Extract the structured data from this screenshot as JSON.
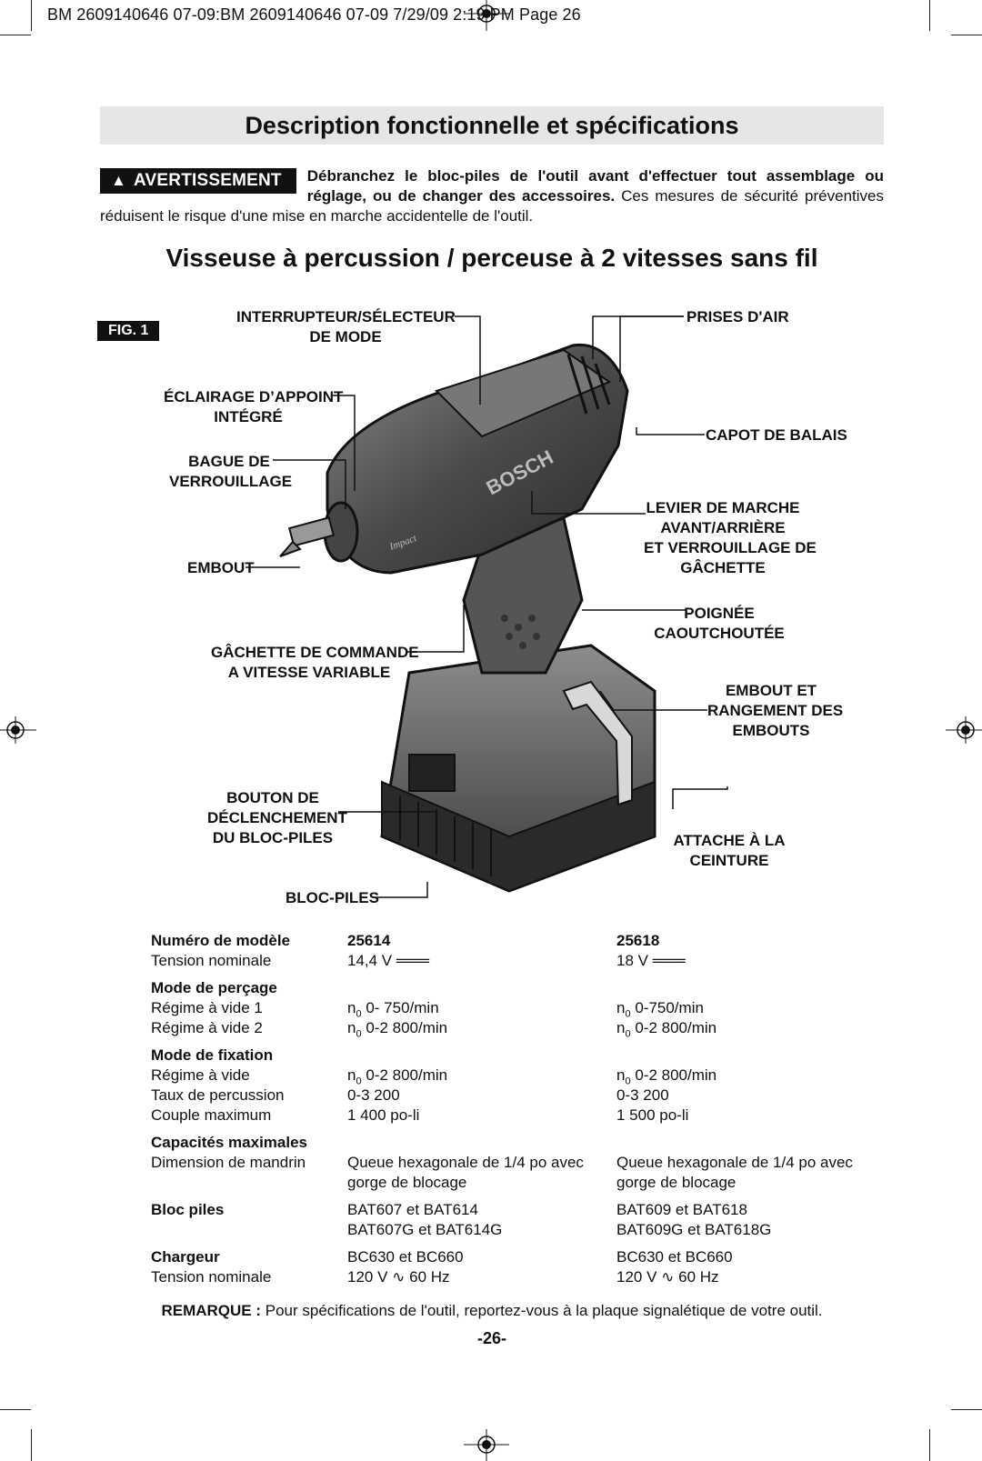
{
  "header": {
    "text": "BM 2609140646 07-09:BM 2609140646 07-09  7/29/09  2:19 PM  Page 26"
  },
  "section_title": "Description fonctionnelle et spécifications",
  "warning": {
    "badge": "AVERTISSEMENT",
    "bold_text": "Débranchez le bloc-piles de l'outil avant d'effectuer tout assemblage ou réglage, ou de changer des accessoires.",
    "text": " Ces mesures de sécurité préventives réduisent le risque d'une mise en marche accidentelle de l'outil."
  },
  "subtitle": "Visseuse à percussion / perceuse à 2 vitesses sans fil",
  "figure": {
    "badge": "FIG. 1",
    "labels": {
      "mode_switch": [
        "INTERRUPTEUR/SÉLECTEUR",
        "DE MODE"
      ],
      "air_vents": [
        "PRISES D'AIR"
      ],
      "work_light": [
        "ÉCLAIRAGE D’APPOINT",
        "INTÉGRÉ"
      ],
      "brush_cap": [
        "CAPOT DE BALAIS"
      ],
      "locking_ring": [
        "BAGUE DE",
        "VERROUILLAGE"
      ],
      "forward_reverse": [
        "LEVIER DE MARCHE",
        "AVANT/ARRIÈRE",
        "ET VERROUILLAGE DE",
        "GÂCHETTE"
      ],
      "bit": [
        "EMBOUT"
      ],
      "rubber_grip": [
        "POIGNÉE",
        "CAOUTCHOUTÉE"
      ],
      "trigger": [
        "GÂCHETTE DE COMMANDE",
        "A VITESSE VARIABLE"
      ],
      "bit_storage": [
        "EMBOUT ET",
        "RANGEMENT DES",
        "EMBOUTS"
      ],
      "battery_release": [
        "BOUTON DE",
        "DÉCLENCHEMENT",
        "DU BLOC-PILES"
      ],
      "belt_clip": [
        "ATTACHE À LA",
        "CEINTURE"
      ],
      "battery_pack": [
        "BLOC-PILES"
      ]
    },
    "tool_markings": [
      "BOSCH",
      "Impact"
    ]
  },
  "specs": {
    "model_label": "Numéro de modèle",
    "model_a": "25614",
    "model_b": "25618",
    "voltage_label": "Tension nominale",
    "voltage_a": "14,4 V ═══",
    "voltage_b": "18 V ═══",
    "drill_mode": "Mode de perçage",
    "noload1_label": "Régime à vide 1",
    "noload1_a": "0- 750/min",
    "noload1_b": "0-750/min",
    "noload2_label": "Régime à vide 2",
    "noload2_a": "0-2 800/min",
    "noload2_b": "0-2 800/min",
    "fix_mode": "Mode de fixation",
    "noload_label": "Régime à vide",
    "noload_a": "0-2 800/min",
    "noload_b": "0-2 800/min",
    "impact_label": "Taux de percussion",
    "impact_a": "0-3 200",
    "impact_b": "0-3 200",
    "torque_label": "Couple maximum",
    "torque_a": "1 400 po-li",
    "torque_b": "1 500 po-li",
    "capacities": "Capacités maximales",
    "chuck_label": "Dimension de mandrin",
    "chuck_a1": "Queue hexagonale de 1/4 po avec",
    "chuck_a2": "gorge de blocage",
    "chuck_b1": "Queue hexagonale de 1/4 po avec",
    "chuck_b2": "gorge de blocage",
    "battery_label": "Bloc piles",
    "battery_a1": "BAT607 et BAT614",
    "battery_a2": "BAT607G et BAT614G",
    "battery_b1": "BAT609 et BAT618",
    "battery_b2": "BAT609G et BAT618G",
    "charger_label": "Chargeur",
    "charger_a": "BC630 et BC660",
    "charger_b": "BC630 et BC660",
    "charger_voltage_label": "Tension nominale",
    "charger_voltage_a": "120 V ∿ 60 Hz",
    "charger_voltage_b": "120 V ∿ 60 Hz",
    "n_symbol": "n",
    "n_sub": "0"
  },
  "note": {
    "bold": "REMARQUE :",
    "text": " Pour spécifications de l'outil, reportez-vous à la plaque  signalétique de votre outil."
  },
  "page_number": "-26-"
}
